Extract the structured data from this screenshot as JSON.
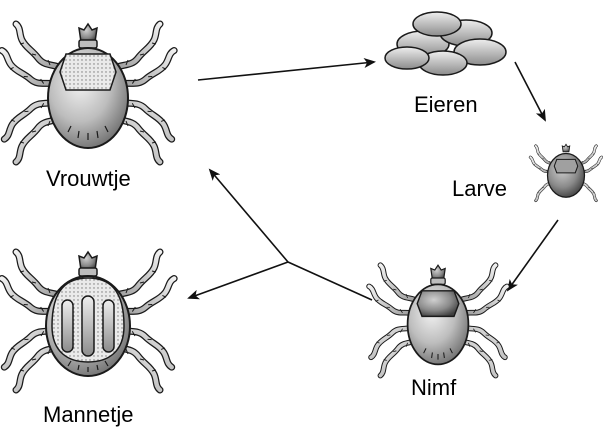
{
  "labels": {
    "female": "Vrouwtje",
    "eggs": "Eieren",
    "larva": "Larve",
    "nymph": "Nimf",
    "male": "Mannetje"
  },
  "colors": {
    "stroke": "#1a1a1a",
    "body_light": "#e6e6e6",
    "body_mid": "#a8a8a8",
    "body_dark": "#5a5a5a",
    "egg_light": "#dcdcdc",
    "egg_dark": "#8f8f8f"
  }
}
